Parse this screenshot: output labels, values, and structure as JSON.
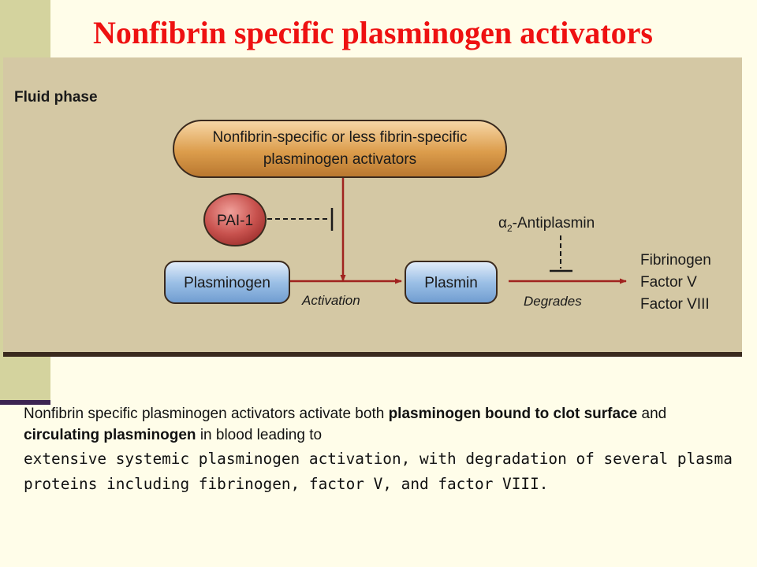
{
  "title": "Nonfibrin specific plasminogen activators",
  "diagram": {
    "section_label": "Fluid phase",
    "activator_line1": "Nonfibrin-specific or less fibrin-specific",
    "activator_line2": "plasminogen activators",
    "inhibitor": "PAI-1",
    "substrate": "Plasminogen",
    "activation_label": "Activation",
    "product": "Plasmin",
    "antiplasmin_prefix": "α",
    "antiplasmin_sub": "2",
    "antiplasmin_suffix": "-Antiplasmin",
    "degrades_label": "Degrades",
    "targets": [
      "Fibrinogen",
      "Factor V",
      "Factor VIII"
    ],
    "colors": {
      "panel": "#d4c8a4",
      "activator_fill": "#d89a4a",
      "inhibitor_fill": "#c04b48",
      "box_fill": "#8fb4de",
      "arrow": "#a0231f"
    }
  },
  "caption": {
    "p1": "Nonfibrin specific plasminogen activators activate both ",
    "b1": "plasminogen bound to clot surface",
    "p2": " and ",
    "b2": "circulating plasminogen",
    "p3": " in blood leading to",
    "p4": "extensive systemic plasminogen activation, with degradation of several plasma proteins including fibrinogen, factor V, and factor VIII."
  }
}
